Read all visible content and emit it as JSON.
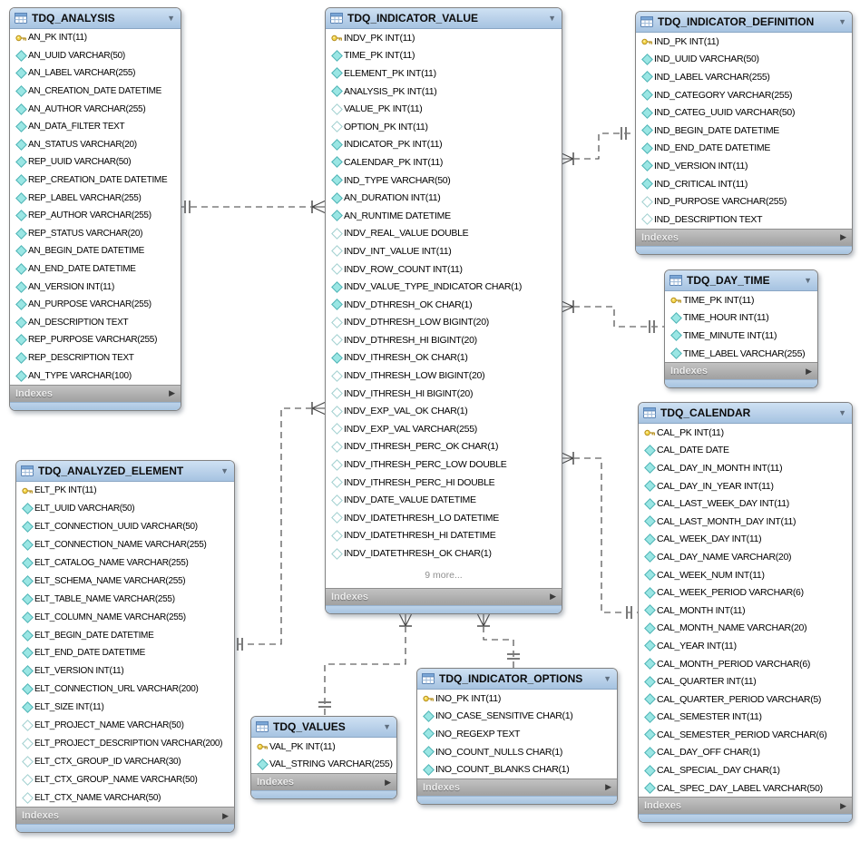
{
  "diagram": {
    "colors": {
      "header_blue": "#b9d2ea",
      "footer_gray": "#aeaeae",
      "bottom_strip_blue": "#b0cbe6",
      "notnull_diamond_cyan": "#9ae6e4",
      "primary_key_gold": "#f6d84c",
      "relationship_line": "#3d3d3d"
    },
    "icons": {
      "table": "table-grid-icon",
      "collapse_caret": "▼",
      "expand_arrow": "▶",
      "primary_key": "gold-key",
      "not_null_column": "filled-cyan-diamond",
      "nullable_column": "hollow-diamond"
    },
    "tables": [
      {
        "id": "tdq_analysis",
        "title": "TDQ_ANALYSIS",
        "footer": "Indexes",
        "columns": [
          {
            "icon": "key",
            "text": "AN_PK INT(11)"
          },
          {
            "icon": "req",
            "text": "AN_UUID VARCHAR(50)"
          },
          {
            "icon": "req",
            "text": "AN_LABEL VARCHAR(255)"
          },
          {
            "icon": "req",
            "text": "AN_CREATION_DATE DATETIME"
          },
          {
            "icon": "req",
            "text": "AN_AUTHOR VARCHAR(255)"
          },
          {
            "icon": "req",
            "text": "AN_DATA_FILTER TEXT"
          },
          {
            "icon": "req",
            "text": "AN_STATUS VARCHAR(20)"
          },
          {
            "icon": "req",
            "text": "REP_UUID VARCHAR(50)"
          },
          {
            "icon": "req",
            "text": "REP_CREATION_DATE DATETIME"
          },
          {
            "icon": "req",
            "text": "REP_LABEL VARCHAR(255)"
          },
          {
            "icon": "req",
            "text": "REP_AUTHOR VARCHAR(255)"
          },
          {
            "icon": "req",
            "text": "REP_STATUS VARCHAR(20)"
          },
          {
            "icon": "req",
            "text": "AN_BEGIN_DATE DATETIME"
          },
          {
            "icon": "req",
            "text": "AN_END_DATE DATETIME"
          },
          {
            "icon": "req",
            "text": "AN_VERSION INT(11)"
          },
          {
            "icon": "req",
            "text": "AN_PURPOSE VARCHAR(255)"
          },
          {
            "icon": "req",
            "text": "AN_DESCRIPTION TEXT"
          },
          {
            "icon": "req",
            "text": "REP_PURPOSE VARCHAR(255)"
          },
          {
            "icon": "req",
            "text": "REP_DESCRIPTION TEXT"
          },
          {
            "icon": "req",
            "text": "AN_TYPE VARCHAR(100)"
          }
        ]
      },
      {
        "id": "tdq_indicator_value",
        "title": "TDQ_INDICATOR_VALUE",
        "footer": "Indexes",
        "more": "9 more...",
        "columns": [
          {
            "icon": "key",
            "text": "INDV_PK INT(11)"
          },
          {
            "icon": "req",
            "text": "TIME_PK INT(11)"
          },
          {
            "icon": "req",
            "text": "ELEMENT_PK INT(11)"
          },
          {
            "icon": "req",
            "text": "ANALYSIS_PK INT(11)"
          },
          {
            "icon": "opt",
            "text": "VALUE_PK INT(11)"
          },
          {
            "icon": "opt",
            "text": "OPTION_PK INT(11)"
          },
          {
            "icon": "req",
            "text": "INDICATOR_PK INT(11)"
          },
          {
            "icon": "req",
            "text": "CALENDAR_PK INT(11)"
          },
          {
            "icon": "req",
            "text": "IND_TYPE VARCHAR(50)"
          },
          {
            "icon": "req",
            "text": "AN_DURATION INT(11)"
          },
          {
            "icon": "req",
            "text": "AN_RUNTIME DATETIME"
          },
          {
            "icon": "opt",
            "text": "INDV_REAL_VALUE DOUBLE"
          },
          {
            "icon": "opt",
            "text": "INDV_INT_VALUE INT(11)"
          },
          {
            "icon": "opt",
            "text": "INDV_ROW_COUNT INT(11)"
          },
          {
            "icon": "req",
            "text": "INDV_VALUE_TYPE_INDICATOR CHAR(1)"
          },
          {
            "icon": "req",
            "text": "INDV_DTHRESH_OK CHAR(1)"
          },
          {
            "icon": "opt",
            "text": "INDV_DTHRESH_LOW BIGINT(20)"
          },
          {
            "icon": "opt",
            "text": "INDV_DTHRESH_HI BIGINT(20)"
          },
          {
            "icon": "req",
            "text": "INDV_ITHRESH_OK CHAR(1)"
          },
          {
            "icon": "opt",
            "text": "INDV_ITHRESH_LOW BIGINT(20)"
          },
          {
            "icon": "opt",
            "text": "INDV_ITHRESH_HI BIGINT(20)"
          },
          {
            "icon": "opt",
            "text": "INDV_EXP_VAL_OK CHAR(1)"
          },
          {
            "icon": "opt",
            "text": "INDV_EXP_VAL VARCHAR(255)"
          },
          {
            "icon": "opt",
            "text": "INDV_ITHRESH_PERC_OK CHAR(1)"
          },
          {
            "icon": "opt",
            "text": "INDV_ITHRESH_PERC_LOW DOUBLE"
          },
          {
            "icon": "opt",
            "text": "INDV_ITHRESH_PERC_HI DOUBLE"
          },
          {
            "icon": "opt",
            "text": "INDV_DATE_VALUE DATETIME"
          },
          {
            "icon": "opt",
            "text": "INDV_IDATETHRESH_LO DATETIME"
          },
          {
            "icon": "opt",
            "text": "INDV_IDATETHRESH_HI DATETIME"
          },
          {
            "icon": "opt",
            "text": "INDV_IDATETHRESH_OK CHAR(1)"
          }
        ]
      },
      {
        "id": "tdq_indicator_definition",
        "title": "TDQ_INDICATOR_DEFINITION",
        "footer": "Indexes",
        "columns": [
          {
            "icon": "key",
            "text": "IND_PK INT(11)"
          },
          {
            "icon": "req",
            "text": "IND_UUID VARCHAR(50)"
          },
          {
            "icon": "req",
            "text": "IND_LABEL VARCHAR(255)"
          },
          {
            "icon": "req",
            "text": "IND_CATEGORY VARCHAR(255)"
          },
          {
            "icon": "req",
            "text": "IND_CATEG_UUID VARCHAR(50)"
          },
          {
            "icon": "req",
            "text": "IND_BEGIN_DATE DATETIME"
          },
          {
            "icon": "req",
            "text": "IND_END_DATE DATETIME"
          },
          {
            "icon": "req",
            "text": "IND_VERSION INT(11)"
          },
          {
            "icon": "req",
            "text": "IND_CRITICAL INT(11)"
          },
          {
            "icon": "opt",
            "text": "IND_PURPOSE VARCHAR(255)"
          },
          {
            "icon": "opt",
            "text": "IND_DESCRIPTION TEXT"
          }
        ]
      },
      {
        "id": "tdq_day_time",
        "title": "TDQ_DAY_TIME",
        "footer": "Indexes",
        "columns": [
          {
            "icon": "key",
            "text": "TIME_PK INT(11)"
          },
          {
            "icon": "req",
            "text": "TIME_HOUR INT(11)"
          },
          {
            "icon": "req",
            "text": "TIME_MINUTE INT(11)"
          },
          {
            "icon": "req",
            "text": "TIME_LABEL VARCHAR(255)"
          }
        ]
      },
      {
        "id": "tdq_calendar",
        "title": "TDQ_CALENDAR",
        "footer": "Indexes",
        "columns": [
          {
            "icon": "key",
            "text": "CAL_PK INT(11)"
          },
          {
            "icon": "req",
            "text": "CAL_DATE DATE"
          },
          {
            "icon": "req",
            "text": "CAL_DAY_IN_MONTH INT(11)"
          },
          {
            "icon": "req",
            "text": "CAL_DAY_IN_YEAR INT(11)"
          },
          {
            "icon": "req",
            "text": "CAL_LAST_WEEK_DAY INT(11)"
          },
          {
            "icon": "req",
            "text": "CAL_LAST_MONTH_DAY INT(11)"
          },
          {
            "icon": "req",
            "text": "CAL_WEEK_DAY INT(11)"
          },
          {
            "icon": "req",
            "text": "CAL_DAY_NAME VARCHAR(20)"
          },
          {
            "icon": "req",
            "text": "CAL_WEEK_NUM INT(11)"
          },
          {
            "icon": "req",
            "text": "CAL_WEEK_PERIOD VARCHAR(6)"
          },
          {
            "icon": "req",
            "text": "CAL_MONTH INT(11)"
          },
          {
            "icon": "req",
            "text": "CAL_MONTH_NAME VARCHAR(20)"
          },
          {
            "icon": "req",
            "text": "CAL_YEAR INT(11)"
          },
          {
            "icon": "req",
            "text": "CAL_MONTH_PERIOD VARCHAR(6)"
          },
          {
            "icon": "req",
            "text": "CAL_QUARTER INT(11)"
          },
          {
            "icon": "req",
            "text": "CAL_QUARTER_PERIOD VARCHAR(5)"
          },
          {
            "icon": "req",
            "text": "CAL_SEMESTER INT(11)"
          },
          {
            "icon": "req",
            "text": "CAL_SEMESTER_PERIOD VARCHAR(6)"
          },
          {
            "icon": "req",
            "text": "CAL_DAY_OFF CHAR(1)"
          },
          {
            "icon": "req",
            "text": "CAL_SPECIAL_DAY CHAR(1)"
          },
          {
            "icon": "req",
            "text": "CAL_SPEC_DAY_LABEL VARCHAR(50)"
          }
        ]
      },
      {
        "id": "tdq_analyzed_element",
        "title": "TDQ_ANALYZED_ELEMENT",
        "footer": "Indexes",
        "columns": [
          {
            "icon": "key",
            "text": "ELT_PK INT(11)"
          },
          {
            "icon": "req",
            "text": "ELT_UUID VARCHAR(50)"
          },
          {
            "icon": "req",
            "text": "ELT_CONNECTION_UUID VARCHAR(50)"
          },
          {
            "icon": "req",
            "text": "ELT_CONNECTION_NAME VARCHAR(255)"
          },
          {
            "icon": "req",
            "text": "ELT_CATALOG_NAME VARCHAR(255)"
          },
          {
            "icon": "req",
            "text": "ELT_SCHEMA_NAME VARCHAR(255)"
          },
          {
            "icon": "req",
            "text": "ELT_TABLE_NAME VARCHAR(255)"
          },
          {
            "icon": "req",
            "text": "ELT_COLUMN_NAME VARCHAR(255)"
          },
          {
            "icon": "req",
            "text": "ELT_BEGIN_DATE DATETIME"
          },
          {
            "icon": "req",
            "text": "ELT_END_DATE DATETIME"
          },
          {
            "icon": "req",
            "text": "ELT_VERSION INT(11)"
          },
          {
            "icon": "req",
            "text": "ELT_CONNECTION_URL VARCHAR(200)"
          },
          {
            "icon": "req",
            "text": "ELT_SIZE INT(11)"
          },
          {
            "icon": "opt",
            "text": "ELT_PROJECT_NAME VARCHAR(50)"
          },
          {
            "icon": "opt",
            "text": "ELT_PROJECT_DESCRIPTION VARCHAR(200)"
          },
          {
            "icon": "opt",
            "text": "ELT_CTX_GROUP_ID VARCHAR(30)"
          },
          {
            "icon": "opt",
            "text": "ELT_CTX_GROUP_NAME VARCHAR(50)"
          },
          {
            "icon": "opt",
            "text": "ELT_CTX_NAME VARCHAR(50)"
          }
        ]
      },
      {
        "id": "tdq_values",
        "title": "TDQ_VALUES",
        "footer": "Indexes",
        "columns": [
          {
            "icon": "key",
            "text": "VAL_PK INT(11)"
          },
          {
            "icon": "req",
            "text": "VAL_STRING VARCHAR(255)"
          }
        ]
      },
      {
        "id": "tdq_indicator_options",
        "title": "TDQ_INDICATOR_OPTIONS",
        "footer": "Indexes",
        "columns": [
          {
            "icon": "key",
            "text": "INO_PK INT(11)"
          },
          {
            "icon": "req",
            "text": "INO_CASE_SENSITIVE CHAR(1)"
          },
          {
            "icon": "req",
            "text": "INO_REGEXP TEXT"
          },
          {
            "icon": "req",
            "text": "INO_COUNT_NULLS CHAR(1)"
          },
          {
            "icon": "req",
            "text": "INO_COUNT_BLANKS CHAR(1)"
          }
        ]
      }
    ],
    "relationships": [
      {
        "one_side": "TDQ_ANALYSIS",
        "many_side": "TDQ_INDICATOR_VALUE",
        "style": "dashed non-identifying",
        "cardinality": "1:n"
      },
      {
        "one_side": "TDQ_INDICATOR_DEFINITION",
        "many_side": "TDQ_INDICATOR_VALUE",
        "style": "dashed non-identifying",
        "cardinality": "1:n"
      },
      {
        "one_side": "TDQ_DAY_TIME",
        "many_side": "TDQ_INDICATOR_VALUE",
        "style": "dashed non-identifying",
        "cardinality": "1:n"
      },
      {
        "one_side": "TDQ_CALENDAR",
        "many_side": "TDQ_INDICATOR_VALUE",
        "style": "dashed non-identifying",
        "cardinality": "1:n"
      },
      {
        "one_side": "TDQ_VALUES",
        "many_side": "TDQ_INDICATOR_VALUE",
        "style": "dashed non-identifying",
        "cardinality": "1:n"
      },
      {
        "one_side": "TDQ_INDICATOR_OPTIONS",
        "many_side": "TDQ_INDICATOR_VALUE",
        "style": "dashed non-identifying",
        "cardinality": "1:n"
      },
      {
        "one_side": "TDQ_ANALYZED_ELEMENT",
        "many_side": "TDQ_INDICATOR_VALUE",
        "style": "dashed non-identifying",
        "cardinality": "1:n"
      }
    ]
  }
}
